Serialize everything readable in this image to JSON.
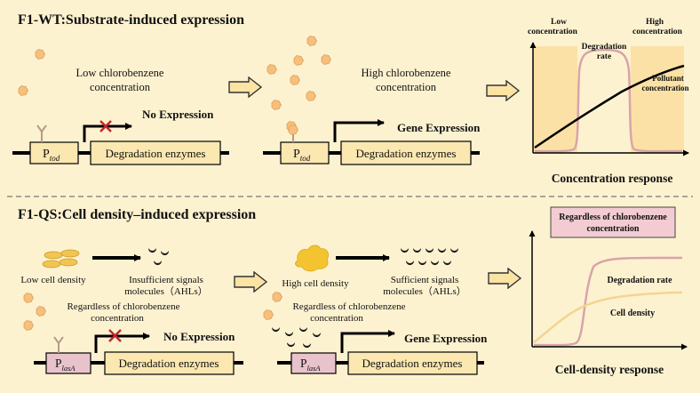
{
  "top": {
    "title": "F1-WT:Substrate-induced expression",
    "low_label_1": "Low chlorobenzene",
    "low_label_2": "concentration",
    "high_label_1": "High chlorobenzene",
    "high_label_2": "concentration",
    "promoter_main": "P",
    "promoter_sub": "tod",
    "gene_label": "Degradation enzymes",
    "no_expression": "No Expression",
    "gene_expression": "Gene Expression",
    "chart": {
      "low_1": "Low",
      "low_2": "concentration",
      "high_1": "High",
      "high_2": "concentration",
      "rate_1": "Degradation",
      "rate_2": "rate",
      "pollutant_1": "Pollutant",
      "pollutant_2": "concentration",
      "caption": "Concentration response"
    }
  },
  "bottom": {
    "title": "F1-QS:Cell density–induced expression",
    "low_density": "Low cell density",
    "insufficient_1": "Insufficient signals",
    "insufficient_2": "molecules（AHLs）",
    "regardless_1": "Regardless of chlorobenzene",
    "regardless_2": "concentration",
    "high_density": "High cell density",
    "sufficient_1": "Sufficient signals",
    "sufficient_2": "molecules（AHLs）",
    "regardless2_1": "Regardless of chlorobenzene",
    "regardless2_2": "concentration",
    "promoter_main": "P",
    "promoter_sub": "lasA",
    "gene_label": "Degradation enzymes",
    "no_expression": "No Expression",
    "gene_expression": "Gene Expression",
    "chart": {
      "box_1": "Regardless of chlorobenzene",
      "box_2": "concentration",
      "rate": "Degradation rate",
      "density": "Cell density",
      "caption": "Cell-density response"
    }
  },
  "colors": {
    "background": "#fdf2d0",
    "gene_box": "#fbe7b0",
    "promoter_box_qs": "#e9c3cc",
    "pollutant_dot": "#f7bf7a",
    "rate_curve": "#d9a3aa",
    "density_curve": "#f3d591",
    "inhibit_x": "#c0272d",
    "highlight_band": "#fbe1a6"
  }
}
